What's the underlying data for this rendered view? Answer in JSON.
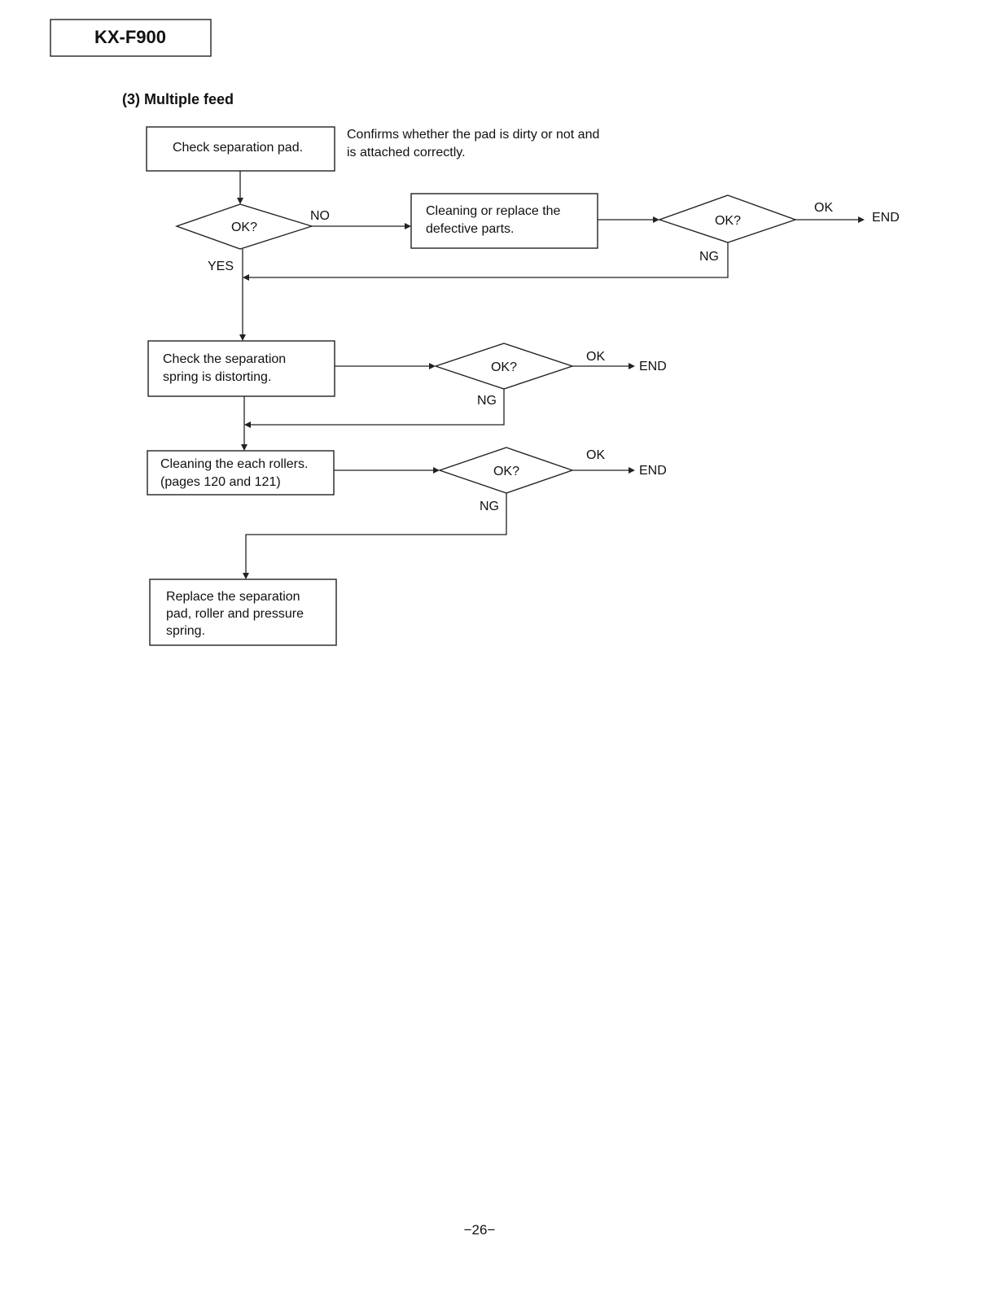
{
  "header": {
    "model": "KX-F900"
  },
  "section_title": "(3) Multiple feed",
  "nodes": {
    "check_pad": "Check separation pad.",
    "note": [
      "Confirms whether the pad is dirty or not and",
      "is attached correctly."
    ],
    "decision_1": "OK?",
    "cleaning_replace": [
      "Cleaning or replace the",
      "defective parts."
    ],
    "decision_2": "OK?",
    "check_spring": [
      "Check the separation",
      "spring is distorting."
    ],
    "decision_3": "OK?",
    "cleaning_rollers": [
      "Cleaning the each rollers.",
      "(pages 120 and 121)"
    ],
    "decision_4": "OK?",
    "replace": [
      "Replace the separation",
      "pad, roller and pressure",
      "spring."
    ]
  },
  "edge_labels": {
    "no": "NO",
    "yes": "YES",
    "ok_1": "OK",
    "ng_1": "NG",
    "ok_2": "OK",
    "ng_2": "NG",
    "ok_3": "OK",
    "ng_3": "NG",
    "end_1": "END",
    "end_2": "END",
    "end_3": "END"
  },
  "footer": {
    "page_number": "−26−"
  }
}
